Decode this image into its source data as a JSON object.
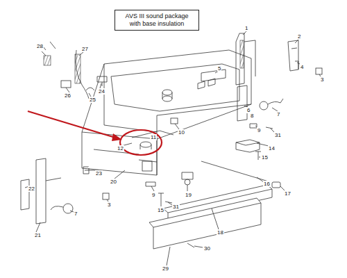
{
  "diagram": {
    "nodes": [
      {
        "text": [
          "AVS III sound package with base insulation"
        ]
      }
    ],
    "edges": [],
    "labels": [
      "28",
      "27",
      "26",
      "25",
      "24",
      "1",
      "2",
      "3",
      "4",
      "5",
      "6",
      "7",
      "8",
      "9",
      "31",
      "10",
      "11",
      "12",
      "14",
      "15",
      "16",
      "17",
      "18",
      "29",
      "30",
      "19",
      "9",
      "31",
      "15",
      "3",
      "20",
      "23",
      "22",
      "21",
      "7"
    ]
  }
}
